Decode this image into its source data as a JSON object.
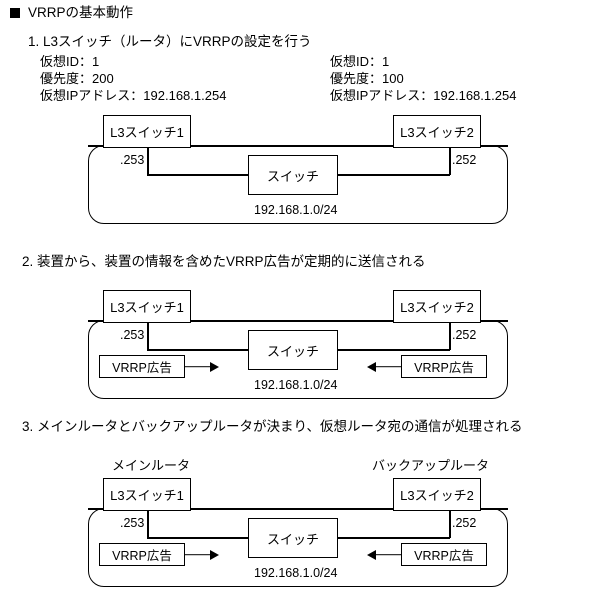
{
  "header": {
    "bullet_icon": "filled-square-bullet",
    "title": "VRRPの基本動作"
  },
  "steps": [
    {
      "number": "1.",
      "text": "1. L3スイッチ（ルータ）にVRRPの設定を行う"
    },
    {
      "number": "2.",
      "text": "2. 装置から、装置の情報を含めたVRRP広告が定期的に送信される"
    },
    {
      "number": "3.",
      "text": "3. メインルータとバックアップルータが決まり、仮想ルータ宛の通信が処理される"
    }
  ],
  "specs": {
    "left": {
      "virtual_id": "仮想ID：1",
      "priority": "優先度：200",
      "virtual_ip": "仮想IPアドレス：192.168.1.254"
    },
    "right": {
      "virtual_id": "仮想ID：1",
      "priority": "優先度：100",
      "virtual_ip": "仮想IPアドレス：192.168.1.254"
    }
  },
  "labels": {
    "l3_switch_1": "L3スイッチ1",
    "l3_switch_2": "L3スイッチ2",
    "switch": "スイッチ",
    "vrrp_advert": "VRRP広告",
    "iface_left": ".253",
    "iface_right": ".252",
    "subnet": "192.168.1.0/24",
    "role_main": "メインルータ",
    "role_backup": "バックアップルータ"
  },
  "colors": {
    "line": "#000000",
    "background": "#ffffff",
    "text": "#000000"
  }
}
